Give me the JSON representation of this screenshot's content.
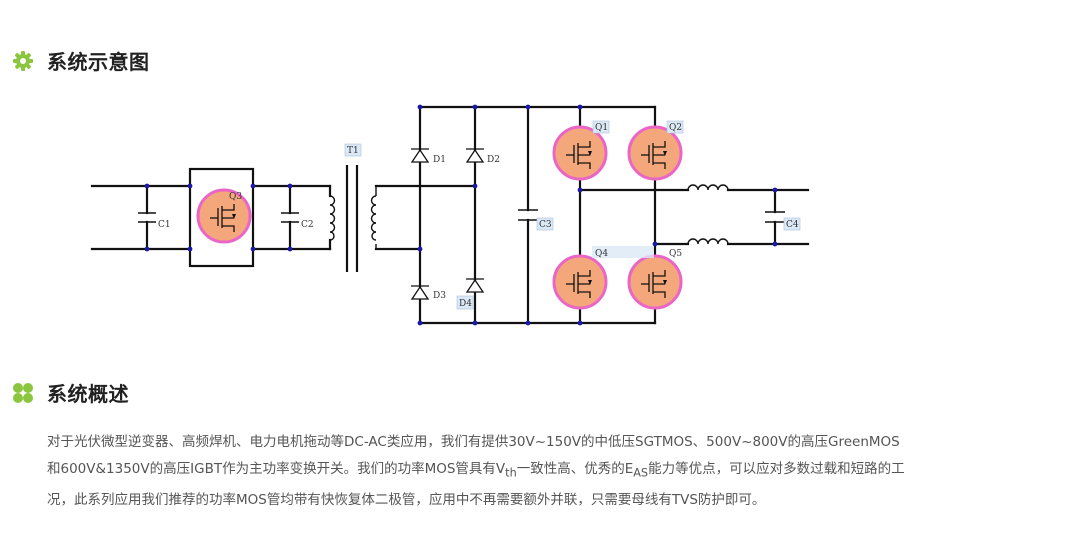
{
  "sections": [
    {
      "title": "系统示意图",
      "icon": "gear-icon"
    },
    {
      "title": "系统概述",
      "icon": "clover-icon"
    }
  ],
  "colors": {
    "accent_green": "#8cc63f",
    "mos_fill": "#f4a77a",
    "mos_ring": "#e966c6",
    "wire": "#111111",
    "node": "#1a1aa6"
  },
  "schematic": {
    "labels": [
      "C1",
      "Q3",
      "C2",
      "T1",
      "D1",
      "D2",
      "D3",
      "D4",
      "C3",
      "Q1",
      "Q2",
      "Q4",
      "Q5",
      "C4"
    ]
  },
  "paragraph": {
    "p1": "对于光伏微型逆变器、高频焊机、电力电机拖动等DC-AC类应用，我们有提供30V~150V的中低压SGTMOS、500V~800V的高压GreenMOS和600V&1350V的高压IGBT作为主功率变换开关。我们的功率MOS管具有V",
    "sub1": "th",
    "p2": "一致性高、优秀的E",
    "sub2": "AS",
    "p3": "能力等优点，可以应对多数过载和短路的工况，此系列应用我们推荐的功率MOS管均带有快恢复体二极管，应用中不再需要额外并联，只需要母线有TVS防护即可。"
  }
}
